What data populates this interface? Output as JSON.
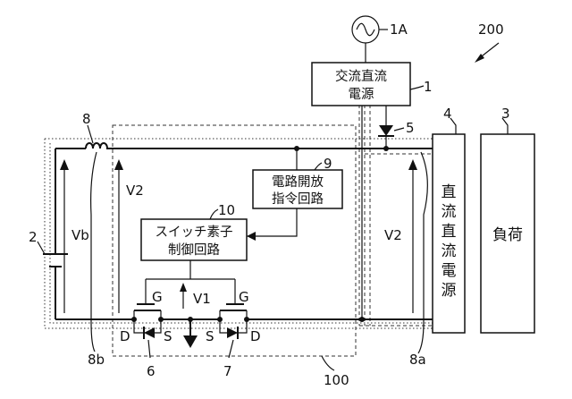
{
  "blocks": {
    "ac_dc_line1": "交流直流",
    "ac_dc_line2": "電源",
    "open_cmd_line1": "電路開放",
    "open_cmd_line2": "指令回路",
    "switch_ctrl_line1": "スイッチ素子",
    "switch_ctrl_line2": "制御回路",
    "dcdc_chars": [
      "直",
      "流",
      "直",
      "流",
      "電",
      "源"
    ],
    "load": "負荷"
  },
  "refs": {
    "system": "200",
    "ac_source": "1A",
    "ac_dc": "1",
    "diode": "5",
    "dcdc": "4",
    "load": "3",
    "inductor": "8",
    "battery": "2",
    "open_cmd": "9",
    "switch_ctrl": "10",
    "switch_left": "6",
    "switch_right": "7",
    "unit": "100",
    "wire_left": "8b",
    "wire_right": "8a"
  },
  "voltages": {
    "battery": "Vb",
    "bus_left": "V2",
    "bus_right": "V2",
    "gate": "V1"
  },
  "pins": {
    "gate": "G",
    "drain": "D",
    "source": "S"
  }
}
